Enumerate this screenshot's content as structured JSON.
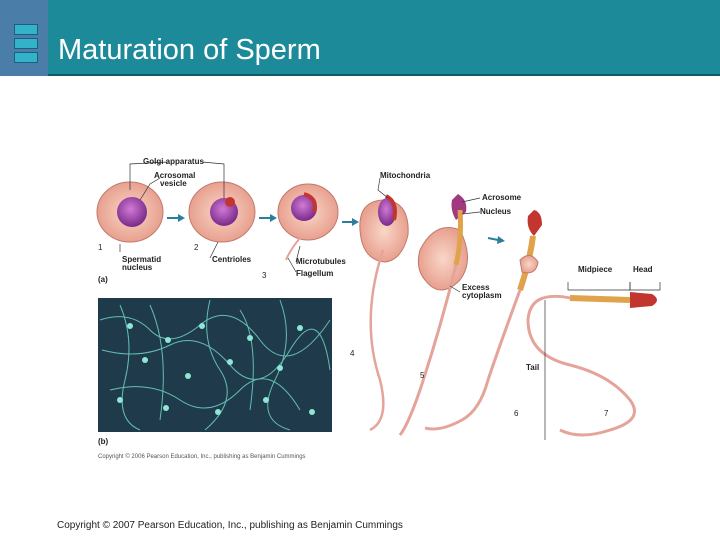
{
  "header": {
    "title": "Maturation of Sperm",
    "accent_color": "#1d8a9a",
    "logo_icon": "slide-logo-icon"
  },
  "figure": {
    "labels": {
      "golgi": "Golgi apparatus",
      "acrosomal_vesicle_1": "Acrosomal",
      "acrosomal_vesicle_2": "vesicle",
      "spermatid_nucleus_1": "Spermatid",
      "spermatid_nucleus_2": "nucleus",
      "centrioles": "Centrioles",
      "microtubules": "Microtubules",
      "flagellum": "Flagellum",
      "mitochondria": "Mitochondria",
      "acrosome": "Acrosome",
      "nucleus": "Nucleus",
      "excess_cytoplasm_1": "Excess",
      "excess_cytoplasm_2": "cytoplasm",
      "midpiece": "Midpiece",
      "head": "Head",
      "tail": "Tail",
      "panel_a": "(a)",
      "panel_b": "(b)",
      "step_1": "1",
      "step_2": "2",
      "step_3": "3",
      "step_4": "4",
      "step_5": "5",
      "step_6": "6",
      "step_7": "7",
      "image_copyright": "Copyright © 2006 Pearson Education, Inc., publishing as Benjamin Cummings"
    }
  },
  "footer": {
    "copyright": "Copyright © 2007 Pearson Education, Inc., publishing as Benjamin Cummings"
  }
}
